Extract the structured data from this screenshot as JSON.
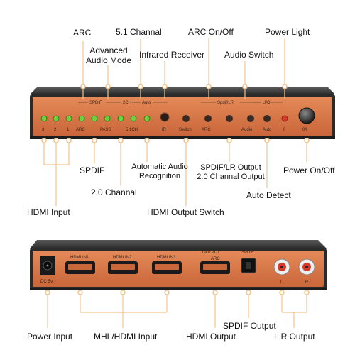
{
  "front_panel": {
    "top_labels": {
      "arc": "ARC",
      "advanced_audio_mode": "Advanced\nAudio Mode",
      "channel_51": "5.1 Channal",
      "infrared_receiver": "Infrared Receiver",
      "arc_onoff": "ARC On/Off",
      "audio_switch": "Audio Switch",
      "power_light": "Power Light"
    },
    "bottom_labels": {
      "spdif": "SPDIF",
      "automatic_audio_recognition": "Automatic Audio\nRecognition",
      "spdif_lr_output": "SPDIF/LR Output\n2.0 Channal Output",
      "power_onoff": "Power On/Off",
      "channel_20": "2.0 Channal",
      "auto_detect": "Auto Detect",
      "hdmi_input": "HDMI Input",
      "hdmi_output_switch": "HDMI Output Switch"
    },
    "panel_text": {
      "top_row": [
        "SPDIF",
        "2CH",
        "Auto",
        "Spdif/LR",
        "U/O"
      ],
      "bottom_row": [
        "3",
        "2",
        "1",
        "ARC",
        "PASS",
        "5.1CH",
        "IR",
        "Switch",
        "ARC",
        "Audio",
        "Auto",
        "0",
        "0/I"
      ]
    }
  },
  "back_panel": {
    "panel_text": {
      "dc": "DC 5V",
      "hdmi_in": [
        "HDMI IN1",
        "HDMI IN2",
        "HDMI IN3"
      ],
      "output": "OUTPUT",
      "spdif": "SPDIF",
      "arc": "ARC",
      "l": "L",
      "r": "R"
    },
    "labels": {
      "power_input": "Power Input",
      "mhl_hdmi_input": "MHL/HDMI Input",
      "hdmi_output": "HDMI Output",
      "spdif_output": "SPDIF Output",
      "lr_output": "L R Output"
    }
  },
  "colors": {
    "panel_orange": "#d9774a",
    "panel_dark": "#2a2a2a",
    "leader_line": "#f2c48a",
    "led_green": "#6fcf3a",
    "led_red": "#e03a2a"
  }
}
